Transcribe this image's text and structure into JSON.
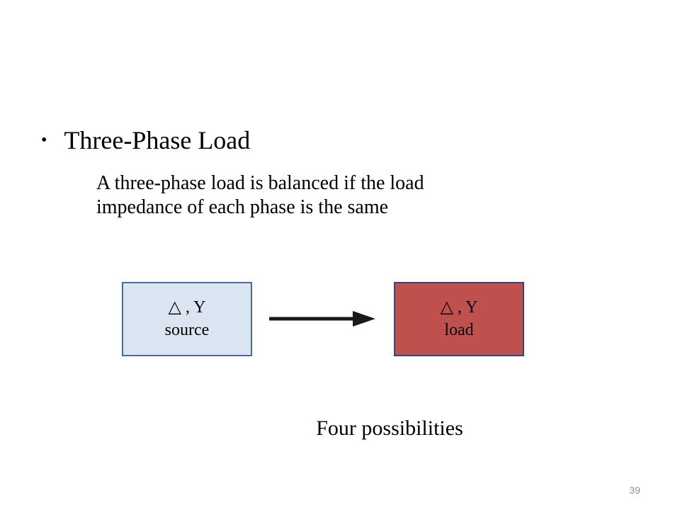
{
  "slide": {
    "bullet": {
      "marker": "•",
      "title": "Three-Phase Load",
      "body": "A three-phase load is balanced if the load impedance of each phase is the same"
    },
    "diagram": {
      "source_box": {
        "line1": "△ , Y",
        "line2": "source",
        "fill": "#dbe5f1",
        "border": "#4a6a9a"
      },
      "load_box": {
        "line1": "△ , Y",
        "line2": "load",
        "fill": "#c0504d",
        "border": "#31497c"
      },
      "arrow": {
        "color": "#1a1a1a",
        "direction": "right"
      }
    },
    "caption": "Four possibilities",
    "page_number": "39"
  }
}
